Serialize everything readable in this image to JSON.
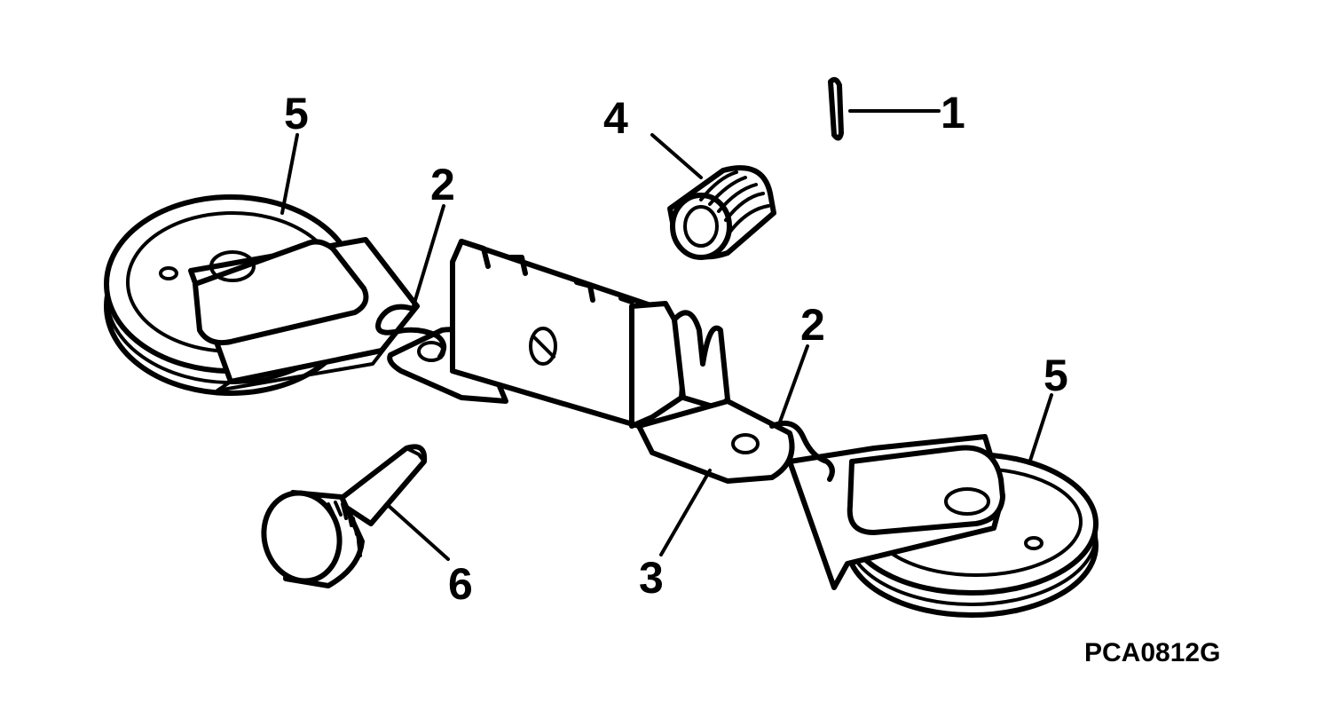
{
  "figure_id": "PCA0812G",
  "callouts": {
    "c1": "1",
    "c2_left": "2",
    "c2_right": "2",
    "c3": "3",
    "c4": "4",
    "c5_left": "5",
    "c5_right": "5",
    "c6": "6"
  },
  "colors": {
    "ink": "#000000",
    "paper": "#ffffff"
  }
}
